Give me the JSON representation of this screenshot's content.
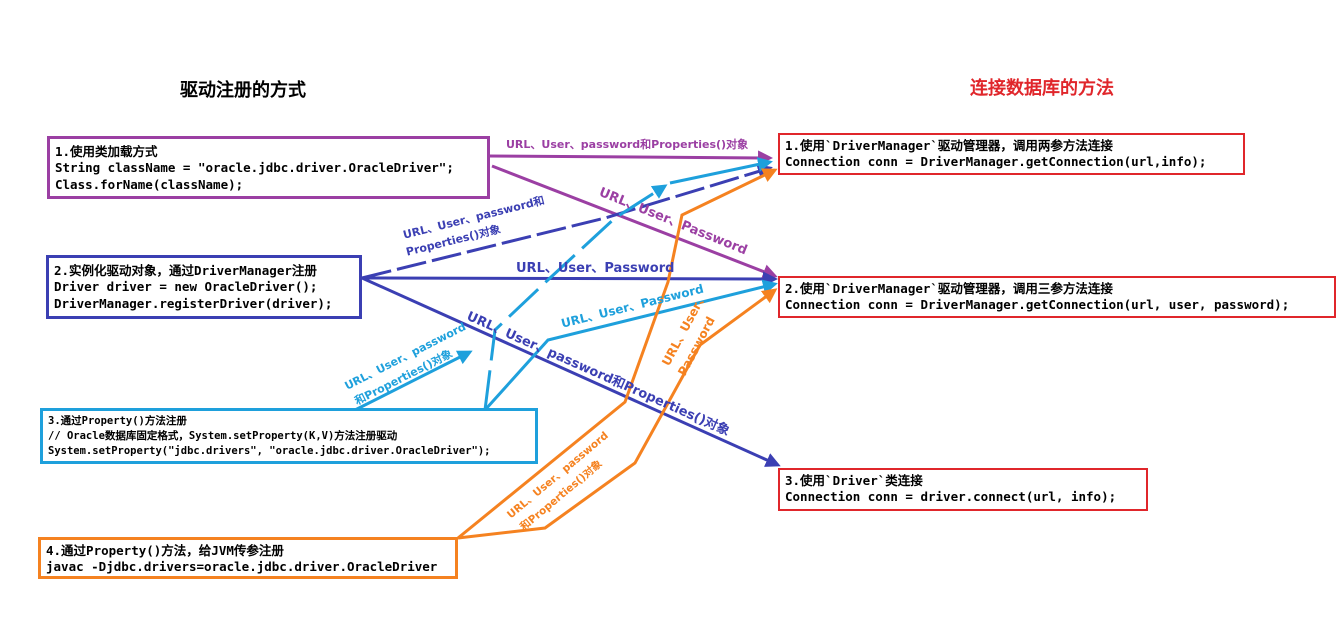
{
  "headings": {
    "left": "驱动注册的方式",
    "right": "连接数据库的方法"
  },
  "sources": [
    {
      "lines": [
        "1.使用类加载方式",
        "String className = \"oracle.jdbc.driver.OracleDriver\";",
        "Class.forName(className);"
      ],
      "color": "#9b3fa3"
    },
    {
      "lines": [
        "2.实例化驱动对象，通过DriverManager注册",
        "Driver driver = new OracleDriver();",
        "DriverManager.registerDriver(driver);"
      ],
      "color": "#3b3fb3"
    },
    {
      "lines": [
        "3.通过Property()方法注册",
        "// Oracle数据库固定格式，System.setProperty(K,V)方法注册驱动",
        "System.setProperty(\"jdbc.drivers\", \"oracle.jdbc.driver.OracleDriver\");"
      ],
      "color": "#1ea0dc"
    },
    {
      "lines": [
        "4.通过Property()方法，给JVM传参注册",
        "javac -Djdbc.drivers=oracle.jdbc.driver.OracleDriver"
      ],
      "color": "#f58220"
    }
  ],
  "targets": [
    {
      "lines": [
        "1.使用`DriverManager`驱动管理器，调用两参方法连接",
        "Connection conn = DriverManager.getConnection(url,info);"
      ],
      "color": "#e0262b"
    },
    {
      "lines": [
        "2.使用`DriverManager`驱动管理器，调用三参方法连接",
        "Connection conn = DriverManager.getConnection(url, user, password);"
      ],
      "color": "#e0262b"
    },
    {
      "lines": [
        "3.使用`Driver`类连接",
        "Connection conn = driver.connect(url, info);"
      ],
      "color": "#e0262b"
    }
  ],
  "edge_labels": {
    "s1_t1": "URL、User、password和Properties()对象",
    "s1_t2": "URL、User、Password",
    "s2_t1_line1": "URL、User、password和",
    "s2_t1_line2": "Properties()对象",
    "s2_t2": "URL、User、Password",
    "s2_t3": "URL、User、password和Properties()对象",
    "s3_t1_line1": "URL、User、password",
    "s3_t1_line2": "和Properties()对象",
    "s3_t2": "URL、User、Password",
    "s4_t1_line1": "URL、User、password",
    "s4_t1_line2": "和Properties()对象",
    "s4_t2_line1": "URL、User、",
    "s4_t2_line2": "Password"
  },
  "colors": {
    "purple": "#9b3fa3",
    "blue": "#3b3fb3",
    "cyan": "#1ea0dc",
    "orange": "#f58220",
    "red": "#e0262b"
  }
}
